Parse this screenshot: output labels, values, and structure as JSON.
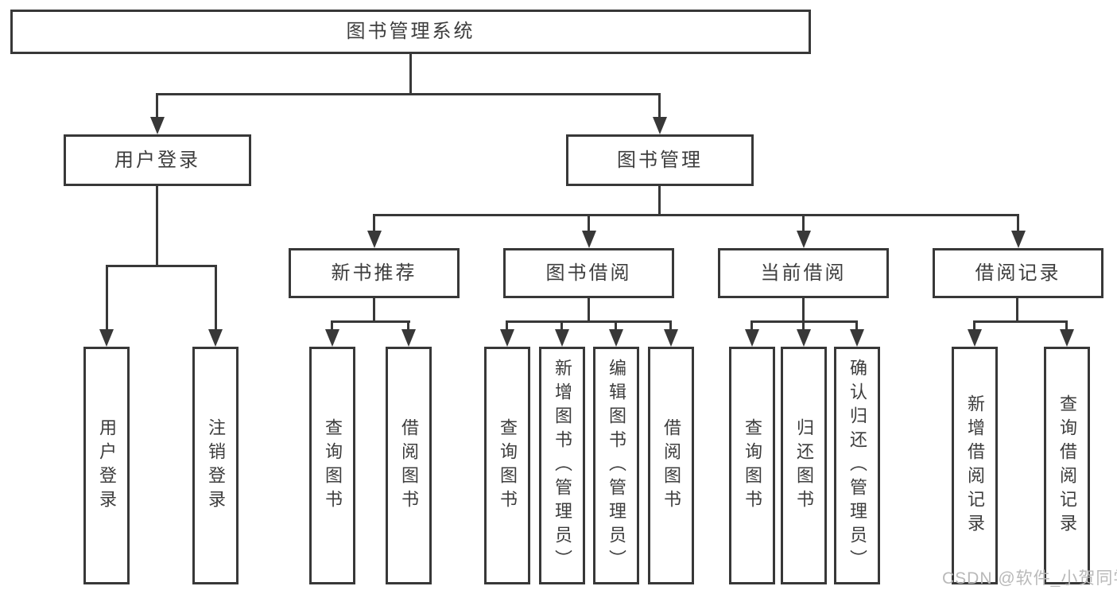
{
  "diagram": {
    "type": "hierarchy-flowchart",
    "root": {
      "label": "图书管理系统"
    },
    "branches": [
      {
        "label": "用户登录",
        "children": [
          {
            "label": "用户登录"
          },
          {
            "label": "注销登录"
          }
        ]
      },
      {
        "label": "图书管理",
        "children": [
          {
            "label": "新书推荐",
            "children": [
              {
                "label": "查询图书"
              },
              {
                "label": "借阅图书"
              }
            ]
          },
          {
            "label": "图书借阅",
            "children": [
              {
                "label": "查询图书"
              },
              {
                "label": "新增图书（管理员）"
              },
              {
                "label": "编辑图书（管理员）"
              },
              {
                "label": "借阅图书"
              }
            ]
          },
          {
            "label": "当前借阅",
            "children": [
              {
                "label": "查询图书"
              },
              {
                "label": "归还图书"
              },
              {
                "label": "确认归还（管理员）"
              }
            ]
          },
          {
            "label": "借阅记录",
            "children": [
              {
                "label": "新增借阅记录"
              },
              {
                "label": "查询借阅记录"
              }
            ]
          }
        ]
      }
    ]
  },
  "watermark": {
    "text": "CSDN @软件_小贺同学",
    "color": "#b9b9b9"
  },
  "colors": {
    "line": "#383838",
    "text": "#3d3d3d",
    "box_fill": "#ffffff",
    "background": "#ffffff"
  }
}
